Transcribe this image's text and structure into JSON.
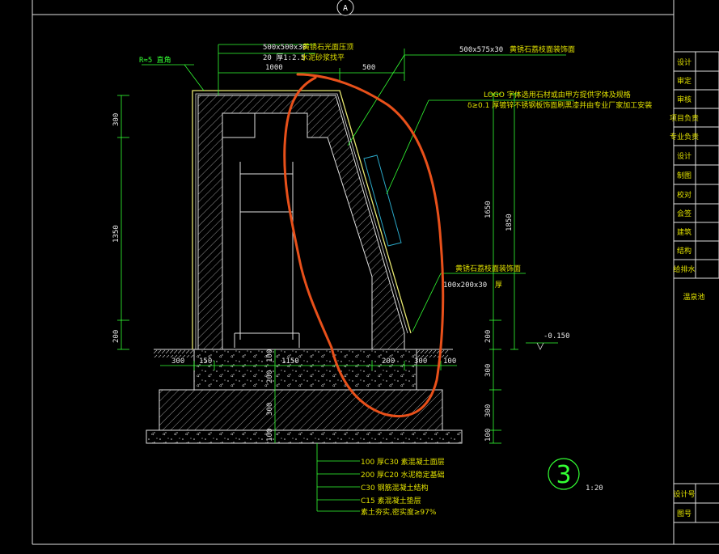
{
  "axis_bubble": "A",
  "section_number": "3",
  "section_scale": "1:20",
  "title_block": {
    "rows": [
      "设计",
      "审定",
      "审核",
      "项目负责",
      "专业负责",
      "设计",
      "制图",
      "校对",
      "会签",
      "建筑",
      "结构",
      "给排水"
    ],
    "project_name": "温泉池",
    "bottom_rows": [
      "设计号",
      "图号"
    ]
  },
  "annotations_top": {
    "left_tag": "R≈5 直角",
    "finish_1": "500x500x30",
    "finish_1_desc": "黄锈石光面压顶",
    "finish_2": "20 厚1:2.5",
    "finish_2_desc": "水泥砂浆找平",
    "right_1": "500x575x30",
    "right_1_desc": "黄锈石荔枝面装饰面",
    "logo_1": "LOGO 字体选用石材或由甲方提供字体及规格",
    "logo_2": "δ≥0.1 厚镀锌不锈钢板饰面刷黑漆并由专业厂家加工安装",
    "lower_right_1": "黄锈石荔枝面装饰面",
    "lower_right_2": "100x200x30",
    "lower_right_3": "厚"
  },
  "dimensions": {
    "top_1000": "1000",
    "top_500": "500",
    "left_300": "300",
    "left_1350": "1350",
    "left_200": "200",
    "right_1650": "1650",
    "right_1850": "1850",
    "right_200": "200",
    "right_300a": "300",
    "right_300b": "300",
    "right_100": "100",
    "level": "-0.150",
    "bottom_300a": "300",
    "bottom_150": "150",
    "bottom_1150": "1150",
    "bottom_200": "200",
    "bottom_300b": "300",
    "bottom_100": "100",
    "inner_100": "100",
    "inner_200": "200",
    "inner_300": "300",
    "inner_100b": "100"
  },
  "foundation_notes": [
    "100 厚C30 素混凝土面层",
    "200 厚C20 水泥稳定基础",
    "C30 钢筋混凝土结构",
    "C15 素混凝土垫层",
    "素土夯实,密实度≥97%"
  ]
}
